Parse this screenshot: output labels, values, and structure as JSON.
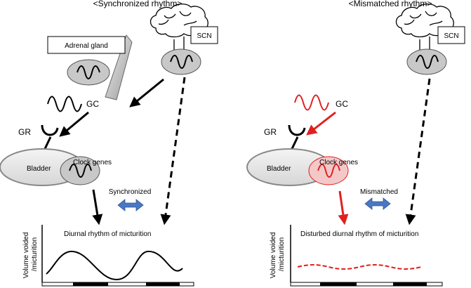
{
  "panels": {
    "synchronized": {
      "title": "<Synchronized rhythm>",
      "scn_label": "SCN",
      "adrenal_label": "Adrenal gland",
      "gc_label": "GC",
      "gr_label": "GR",
      "bladder_label": "Bladder",
      "clock_genes_label": "Clock genes",
      "relation_label": "Synchronized",
      "plot_title": "Diurnal rhythm of micturition",
      "y_axis_label_line1": "Volume voided",
      "y_axis_label_line2": "/micturition"
    },
    "mismatched": {
      "title": "<Mismatched rhythm>",
      "scn_label": "SCN",
      "gc_label": "GC",
      "gr_label": "GR",
      "bladder_label": "Bladder",
      "clock_genes_label": "Clock genes",
      "relation_label": "Mismatched",
      "plot_title": "Disturbed diurnal rhythm of micturition",
      "y_axis_label_line1": "Volume voided",
      "y_axis_label_line2": "/micturition"
    }
  },
  "colors": {
    "signal_normal": "#000000",
    "signal_disturbed": "#e02020",
    "double_arrow": "#4a78c2",
    "oval_gray": "#c8c8c8",
    "oval_pink": "#f4c8c8"
  }
}
